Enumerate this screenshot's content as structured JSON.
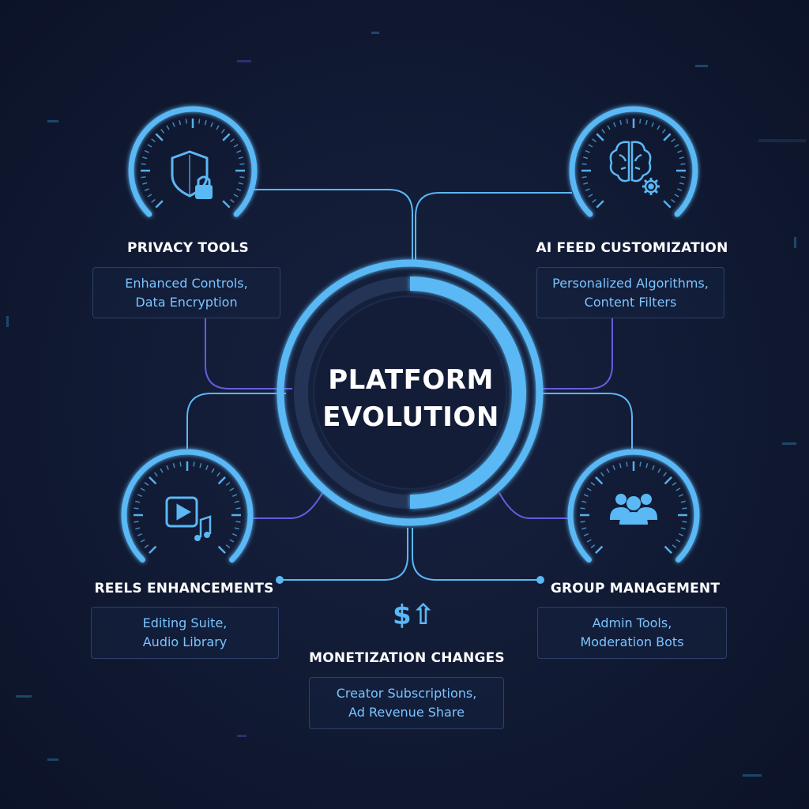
{
  "center": {
    "line1": "PLATFORM",
    "line2": "EVOLUTION",
    "progress_fraction": 0.5
  },
  "nodes": {
    "privacy": {
      "title": "PRIVACY TOOLS",
      "line1": "Enhanced Controls,",
      "line2": "Data Encryption",
      "icon": "shield-lock-icon"
    },
    "ai_feed": {
      "title": "AI FEED CUSTOMIZATION",
      "line1": "Personalized Algorithms,",
      "line2": "Content Filters",
      "icon": "brain-gear-icon"
    },
    "reels": {
      "title": "REELS ENHANCEMENTS",
      "line1": "Editing Suite,",
      "line2": "Audio Library",
      "icon": "video-music-icon"
    },
    "groups": {
      "title": "GROUP MANAGEMENT",
      "line1": "Admin Tools,",
      "line2": "Moderation Bots",
      "icon": "people-group-icon"
    },
    "monetization": {
      "title": "MONETIZATION CHANGES",
      "line1": "Creator Subscriptions,",
      "line2": "Ad Revenue Share",
      "icon": "dollar-arrow-up-icon"
    }
  },
  "colors": {
    "background": "#111a33",
    "accent": "#5ab8f5",
    "accent_purple": "#6a5ae0",
    "text": "#ffffff",
    "subtext": "#7cc4ff",
    "box_border": "#2e4068"
  }
}
